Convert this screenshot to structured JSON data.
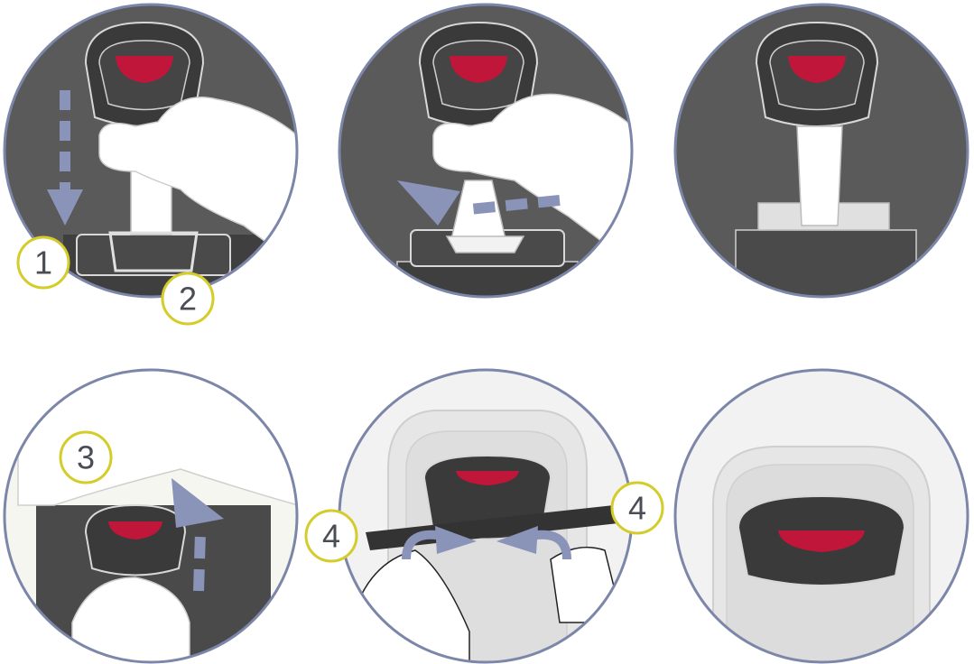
{
  "steps": [
    {
      "id": "1",
      "label": "1"
    },
    {
      "id": "2",
      "label": "2"
    },
    {
      "id": "3",
      "label": "3"
    },
    {
      "id": "4a",
      "label": "4"
    },
    {
      "id": "4b",
      "label": "4"
    }
  ],
  "colors": {
    "frame": "#7c86a8",
    "dark": "#5a5a5a",
    "darker": "#3f3f3f",
    "red": "#c0163a",
    "arrow": "#8a93b8",
    "badge_border": "#d4cc2a",
    "light_bg": "#e6e6e6",
    "pale": "#f5f6ef"
  }
}
